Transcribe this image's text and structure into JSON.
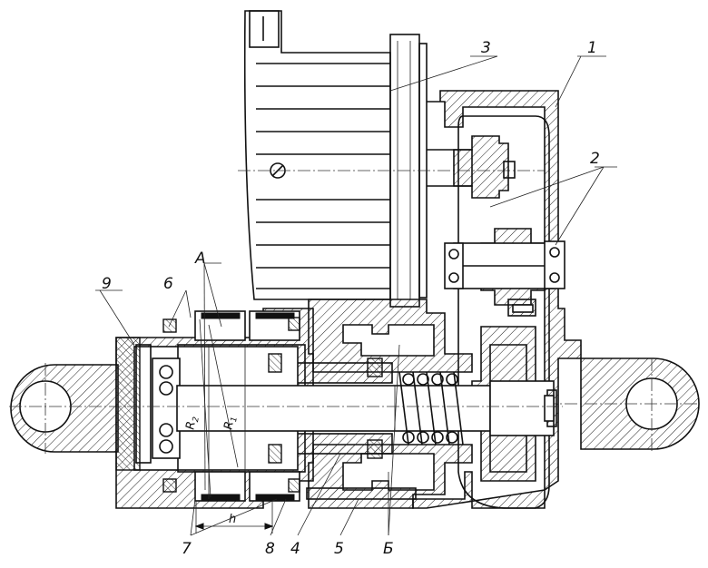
{
  "labels": {
    "l1": "1",
    "l2": "2",
    "l3": "3",
    "l4": "4",
    "l5": "5",
    "l6": "6",
    "l7": "7",
    "l8": "8",
    "l9": "9",
    "lA": "A",
    "lB": "Б",
    "lh": "h",
    "lR1": "R",
    "lR1sub": "1",
    "lR2": "R",
    "lR2sub": "2"
  }
}
